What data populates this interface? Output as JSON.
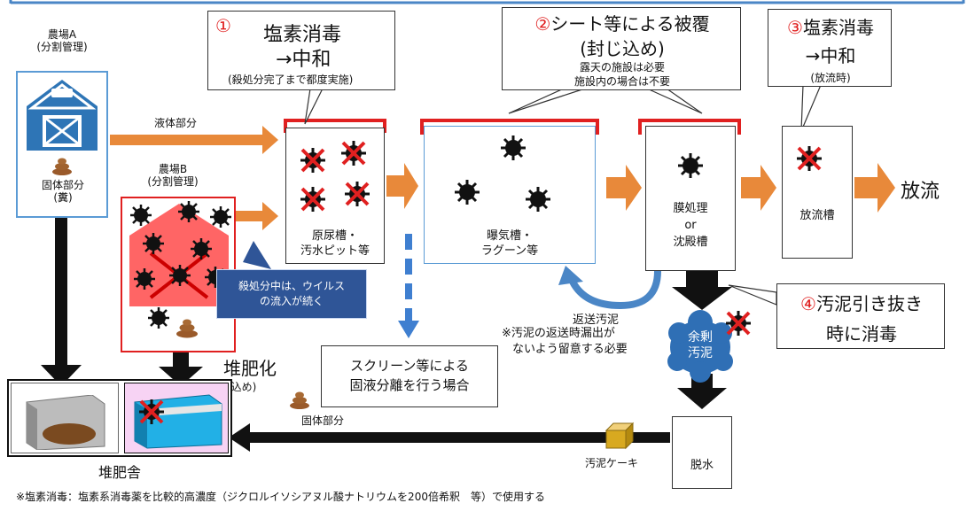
{
  "farm_a": {
    "title": "農場A",
    "subtitle": "(分割管理)",
    "solid_label": "固体部分",
    "solid_sub": "(糞)"
  },
  "farm_b": {
    "title": "農場B",
    "subtitle": "(分割管理)"
  },
  "liquid_label": "液体部分",
  "steps": {
    "s1": {
      "number": "①",
      "line1": "塩素消毒",
      "line2": "→中和",
      "note": "(殺処分完了まで都度実施)"
    },
    "s2": {
      "number": "②",
      "line1": "シート等による被覆",
      "line2": "(封じ込め)",
      "note1": "露天の施設は必要",
      "note2": "施設内の場合は不要"
    },
    "s3": {
      "number": "③",
      "line1": "塩素消毒",
      "line2": "→中和",
      "note": "(放流時)"
    },
    "s4": {
      "number": "④",
      "line1": "汚泥引き抜き",
      "line2": "時に消毒"
    }
  },
  "tanks": {
    "raw": {
      "line1": "原尿槽・",
      "line2": "汚水ピット等"
    },
    "aeration": {
      "line1": "曝気槽・",
      "line2": "ラグーン等"
    },
    "membrane": {
      "line1": "膜処理",
      "line2": "or",
      "line3": "沈殿槽"
    },
    "discharge": {
      "label": "放流槽"
    }
  },
  "release": "放流",
  "inflow_note": {
    "line1": "殺処分中は、ウイルス",
    "line2": "の流入が続く"
  },
  "return_sludge": {
    "title": "返送汚泥",
    "note1": "※汚泥の返送時漏出が",
    "note2": "ないよう留意する必要"
  },
  "screen_note": {
    "line1": "スクリーン等による",
    "line2": "固液分離を行う場合"
  },
  "excess_sludge": {
    "line1": "余剰",
    "line2": "汚泥"
  },
  "composting": {
    "title": "堆肥化",
    "sub": "(封じ込め)"
  },
  "solid_part_label": "固体部分",
  "compost_house": "堆肥舎",
  "sludge_cake": "汚泥ケーキ",
  "dewatering": "脱水",
  "footnote": "※塩素消毒：塩素系消毒薬を比較的高濃度（ジクロルイソシアヌル酸ナトリウムを200倍希釈　等）で使用する",
  "icons": {
    "barn": "barn-icon",
    "poop": "poop-icon",
    "virus": "virus-icon",
    "cross": "red-cross-mark",
    "arrow": "flow-arrow",
    "cloud": "sludge-cloud",
    "cake": "sludge-cake-box"
  },
  "colors": {
    "accent_red": "#e02020",
    "arrow_orange": "#e8893a",
    "blue_frame": "#4a86c6",
    "navy_callout": "#2f5597",
    "farm_blue": "#2e75b6",
    "cloud_blue": "#2f6fb5",
    "dashed_blue": "#3f7fd0",
    "poop_brown": "#9a5a2a",
    "pink_fill": "#f7d3f4",
    "cyan_fill": "#22b0e6"
  }
}
